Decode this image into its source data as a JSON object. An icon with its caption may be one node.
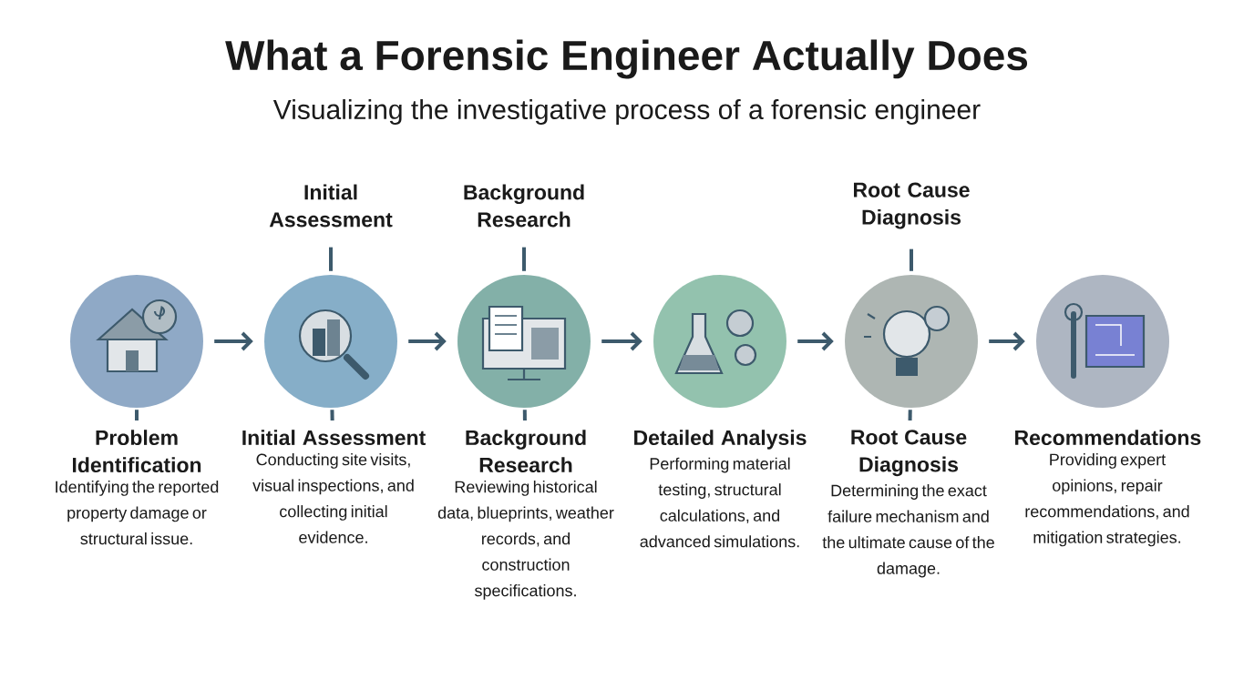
{
  "diagram": {
    "title": "What a Forensic Engineer Actually Does",
    "nodes": [
      {
        "text": [
          "Initial Assessment"
        ]
      },
      {
        "text": [
          "Background Research"
        ]
      },
      {
        "text": [
          "Root Cause Diagnosis"
        ]
      },
      {
        "text": [],
        "shape": "circle"
      },
      {
        "text": [],
        "shape": "circle"
      },
      {
        "text": [],
        "shape": "circle"
      },
      {
        "text": [],
        "shape": "circle"
      },
      {
        "text": [],
        "shape": "circle"
      },
      {
        "text": [],
        "shape": "circle"
      },
      {
        "text": [
          "Problem Identification",
          "Identifying the reported property damage or structural issue."
        ]
      },
      {
        "text": [
          "Initial Assessment",
          "Conducting site visits, visual inspections, and collecting initial evidence."
        ]
      },
      {
        "text": [
          "Background Research",
          "Reviewing historical data, blueprints, weather records, and construction specifications."
        ]
      },
      {
        "text": [
          "Detailed Analysis",
          "Performing material testing, structural calculations, and advanced simulations."
        ]
      },
      {
        "text": [
          "Root Cause Diagnosis",
          "Determining the exact failure mechanism and the ultimate cause of the damage."
        ]
      },
      {
        "text": [
          "Recommendations",
          "Providing expert opinions, repair recommendations, and mitigation strategies."
        ]
      }
    ],
    "edges": [
      {
        "from": 3,
        "to": 4,
        "arrow": "to"
      },
      {
        "from": 4,
        "to": 5,
        "arrow": "to"
      },
      {
        "from": 5,
        "to": 6,
        "arrow": "to"
      },
      {
        "from": 6,
        "to": 7,
        "arrow": "to"
      },
      {
        "from": 7,
        "to": 8,
        "arrow": "to"
      },
      {
        "from": 0,
        "to": 4,
        "arrow": "none"
      },
      {
        "from": 1,
        "to": 5,
        "arrow": "none"
      },
      {
        "from": 2,
        "to": 7,
        "arrow": "none"
      },
      {
        "from": 3,
        "to": 9,
        "arrow": "none"
      },
      {
        "from": 4,
        "to": 10,
        "arrow": "none"
      },
      {
        "from": 5,
        "to": 11,
        "arrow": "none"
      },
      {
        "from": 7,
        "to": 13,
        "arrow": "none"
      }
    ],
    "labels": [
      "Visualizing the investigative process of a forensic engineer"
    ]
  }
}
